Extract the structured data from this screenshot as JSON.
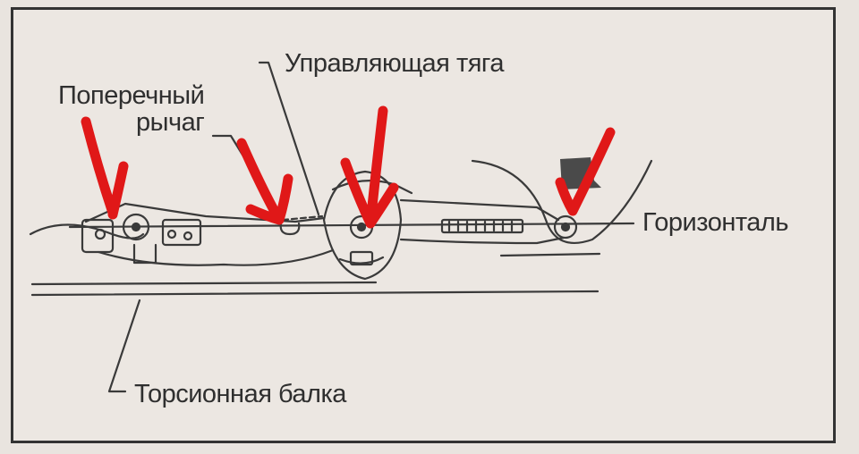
{
  "labels": {
    "transverse_arm_line1": "Поперечный",
    "transverse_arm_line2": "рычаг",
    "control_rod": "Управляющая тяга",
    "horizontal": "Горизонталь",
    "torsion_beam": "Торсионная балка"
  },
  "colors": {
    "background": "#e9e4df",
    "line": "#3a3a3a",
    "marker": "#e01818",
    "text": "#2f2f2f"
  },
  "icons": [
    "pivot-bolt-icon",
    "red-arrow-marker-icon"
  ]
}
